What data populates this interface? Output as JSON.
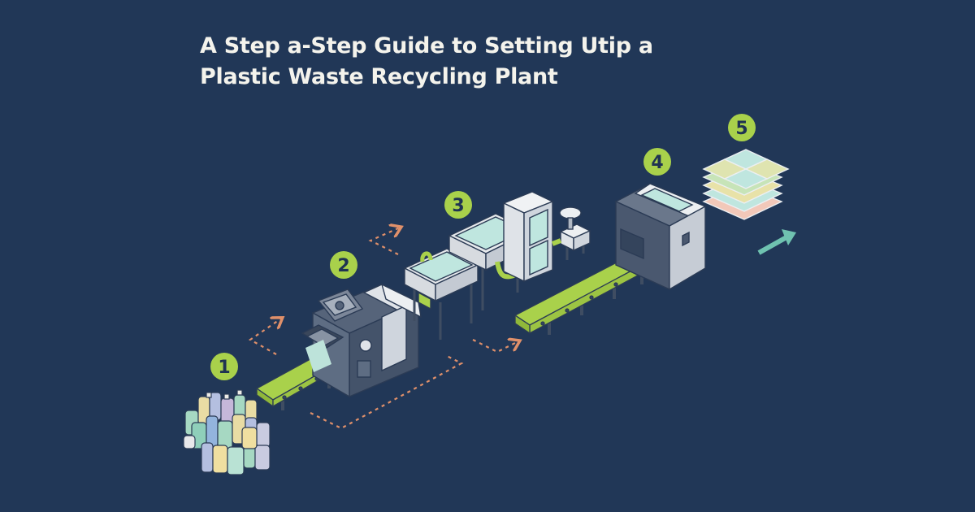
{
  "title": {
    "line1": "A Step a-Step Guide to Setting Utip a",
    "line2": "Plastic Waste Recycling Plant"
  },
  "steps": [
    {
      "number": "1",
      "icon": "plastic-bottles-pile-icon"
    },
    {
      "number": "2",
      "icon": "shredder-machine-icon"
    },
    {
      "number": "3",
      "icon": "washing-tanks-icon"
    },
    {
      "number": "4",
      "icon": "pelletizer-machine-icon"
    },
    {
      "number": "5",
      "icon": "pellet-bags-stack-icon"
    }
  ],
  "colors": {
    "background": "#213757",
    "accent_green": "#a9d14b",
    "flow_arrow": "#e0906a",
    "output_arrow": "#6fc2b0",
    "machine_dark": "#44536a",
    "machine_light": "#dfe3e8"
  }
}
